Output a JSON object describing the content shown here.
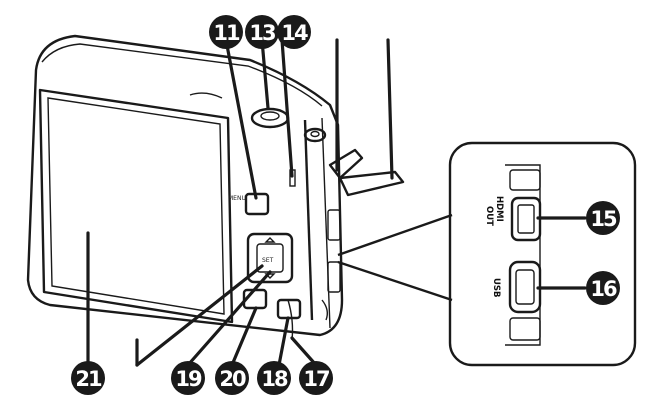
{
  "callouts": {
    "c11": "11",
    "c13": "13",
    "c14": "14",
    "c15": "15",
    "c16": "16",
    "c17": "17",
    "c18": "18",
    "c19": "19",
    "c20": "20",
    "c21": "21"
  },
  "ports": {
    "hdmi_label_line1": "HDMI",
    "hdmi_label_line2": "OUT",
    "usb_label": "USB"
  },
  "button_labels": {
    "set_label": "SET"
  },
  "colors": {
    "ink": "#1a1a1a",
    "background": "#ffffff"
  }
}
